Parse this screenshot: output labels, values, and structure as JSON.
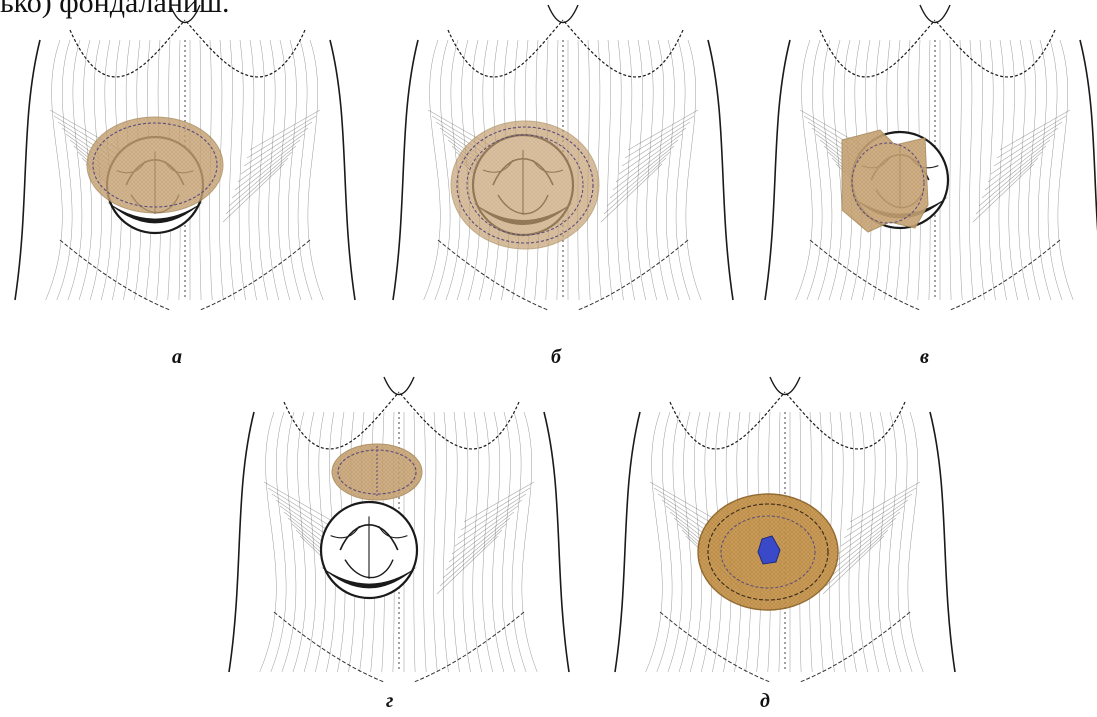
{
  "header": {
    "text": "ько) фондаланиш."
  },
  "panels": [
    {
      "id": "a",
      "label": "а",
      "mesh": "oval-partial"
    },
    {
      "id": "b",
      "label": "б",
      "mesh": "round-full"
    },
    {
      "id": "v",
      "label": "в",
      "mesh": "irregular"
    },
    {
      "id": "g",
      "label": "г",
      "mesh": "small-oval-above"
    },
    {
      "id": "d",
      "label": "д",
      "mesh": "round-full-with-defect"
    }
  ],
  "colors": {
    "mesh": "#c9a77c",
    "mesh_dark": "#b48a53",
    "mesh_stitch": "#5a4a7a",
    "line": "#1a1a1a",
    "defect": "#3a49c8"
  }
}
